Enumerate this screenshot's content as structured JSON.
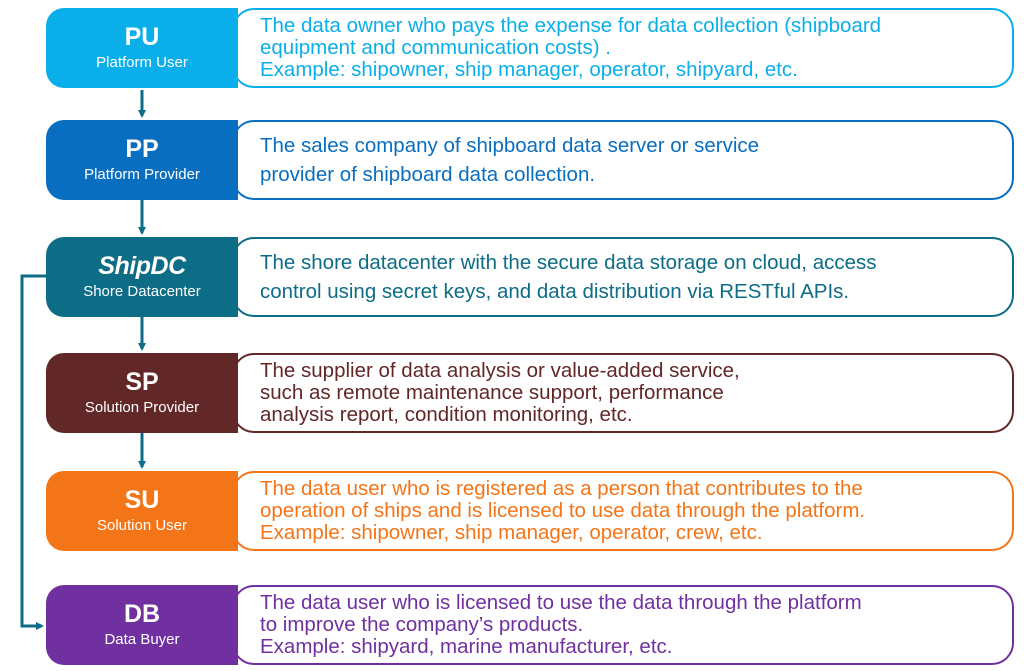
{
  "rows": [
    {
      "abbr": "PU",
      "role": "Platform User",
      "lines": [
        "The data owner who pays the expense for data collection (shipboard",
        "equipment and communication costs) .",
        "Example: shipowner, ship manager, operator, shipyard, etc."
      ],
      "color": "#0aaee9",
      "text_color": "#0aaee9"
    },
    {
      "abbr": "PP",
      "role": "Platform Provider",
      "lines": [
        "The sales company of shipboard data server or service",
        "provider of shipboard data collection."
      ],
      "color": "#0a6ec0",
      "text_color": "#0a6ec0"
    },
    {
      "abbr": "ShipDC",
      "role": "Shore Datacenter",
      "lines": [
        "The shore datacenter with the secure data storage on cloud, access",
        "control using secret keys, and data distribution via RESTful APIs."
      ],
      "color": "#0d6c86",
      "text_color": "#0d6c86"
    },
    {
      "abbr": "SP",
      "role": "Solution Provider",
      "lines": [
        "The supplier of data analysis or value-added service,",
        "such as remote maintenance support, performance",
        "analysis report, condition monitoring, etc."
      ],
      "color": "#622727",
      "text_color": "#622727"
    },
    {
      "abbr": "SU",
      "role": "Solution User",
      "lines": [
        "The data user who is registered as a person that contributes to the",
        "operation of ships and is licensed to use data through the platform.",
        "Example: shipowner, ship manager, operator, crew, etc."
      ],
      "color": "#f47518",
      "text_color": "#f47518"
    },
    {
      "abbr": "DB",
      "role": "Data Buyer",
      "lines": [
        "The data user who is licensed to use the data through the platform",
        "to improve the company’s products.",
        "Example: shipyard, marine manufacturer, etc."
      ],
      "color": "#7030a0",
      "text_color": "#7030a0"
    }
  ],
  "connector_color": "#0d6c86"
}
